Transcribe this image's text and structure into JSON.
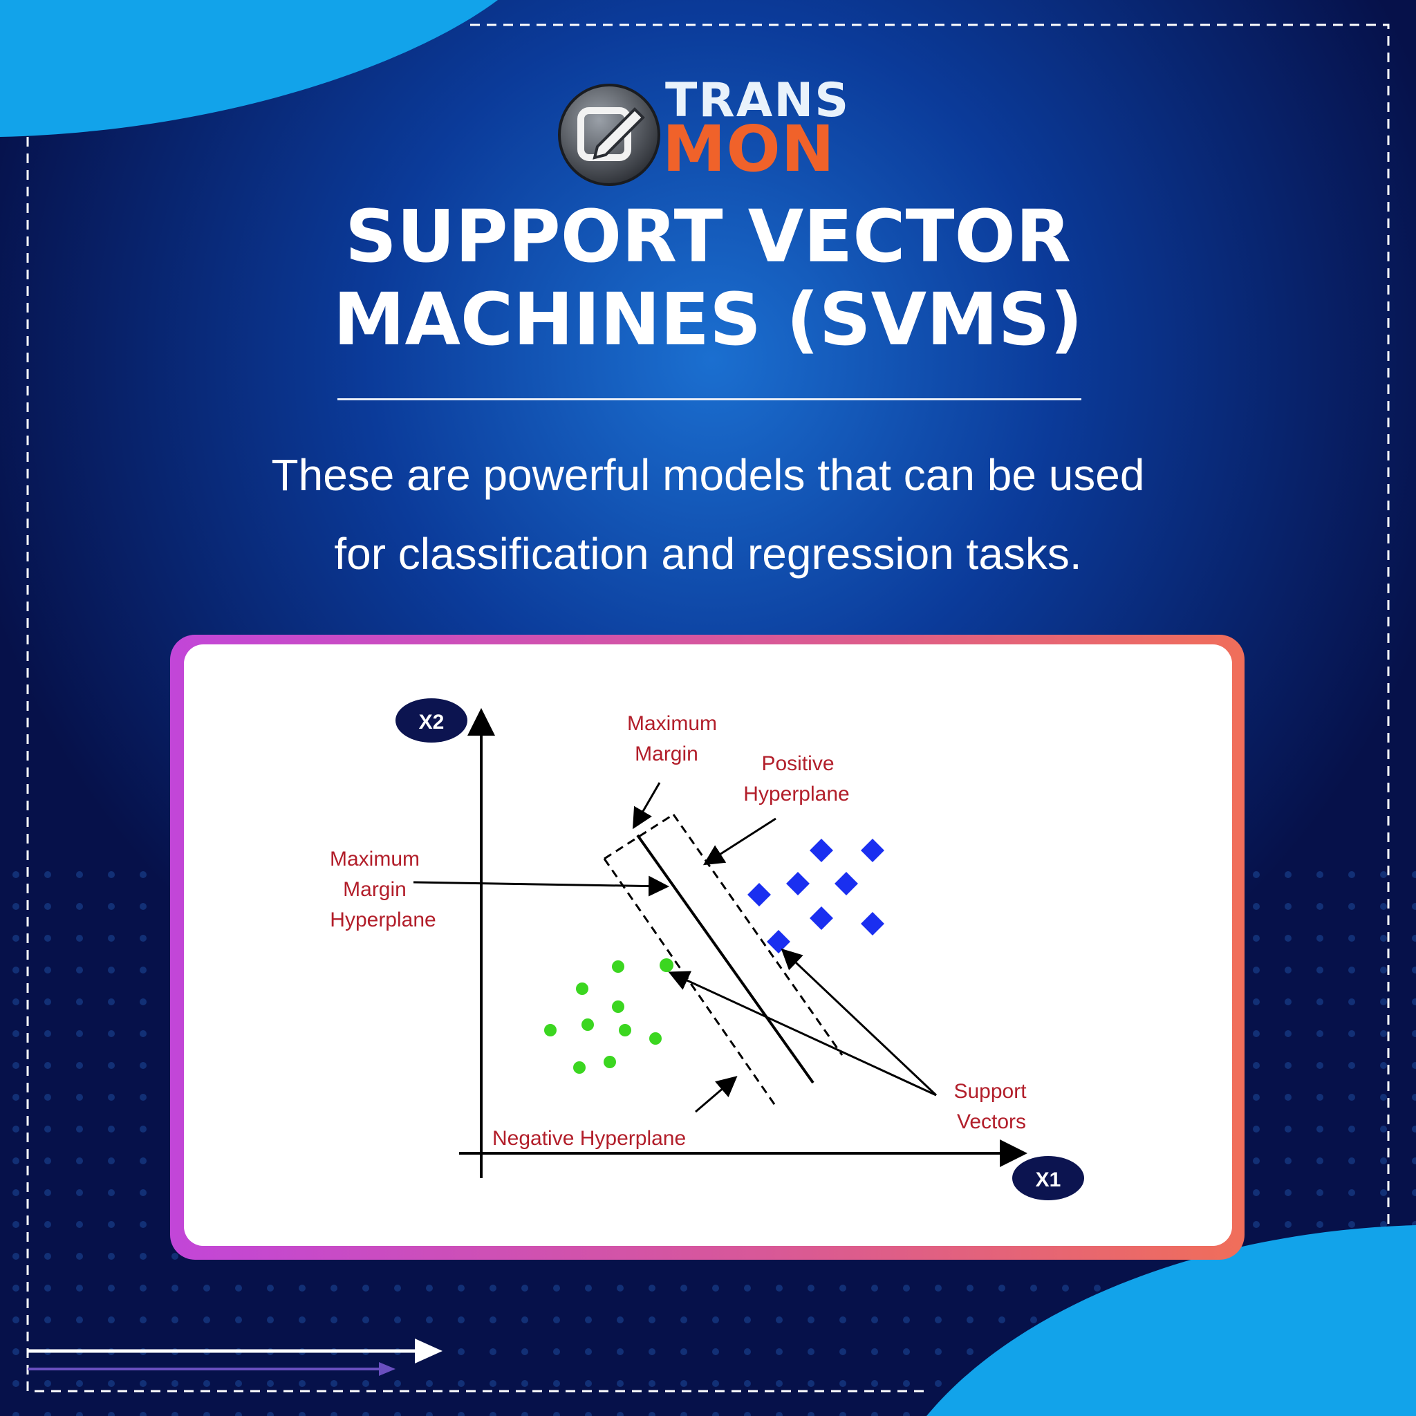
{
  "brand": {
    "line1": "TRANS",
    "line2": "MON"
  },
  "header": {
    "title_line1": "SUPPORT VECTOR",
    "title_line2": "MACHINES (SVMS)",
    "subtitle_line1": "These are powerful models that can be used",
    "subtitle_line2": "for classification and regression tasks."
  },
  "diagram": {
    "axis_x_label": "X1",
    "axis_y_label": "X2",
    "label_max_margin": [
      "Maximum",
      "Margin"
    ],
    "label_positive": [
      "Positive",
      "Hyperplane"
    ],
    "label_mmh": [
      "Maximum",
      "Margin",
      "Hyperplane"
    ],
    "label_negative": "Negative Hyperplane",
    "label_support": [
      "Support",
      "Vectors"
    ]
  },
  "colors": {
    "accent_orange": "#f0622a",
    "label_red": "#b21e2a",
    "class_a": "#1a2ff0",
    "class_b": "#3bd620",
    "axis_badge": "#0c1450"
  }
}
